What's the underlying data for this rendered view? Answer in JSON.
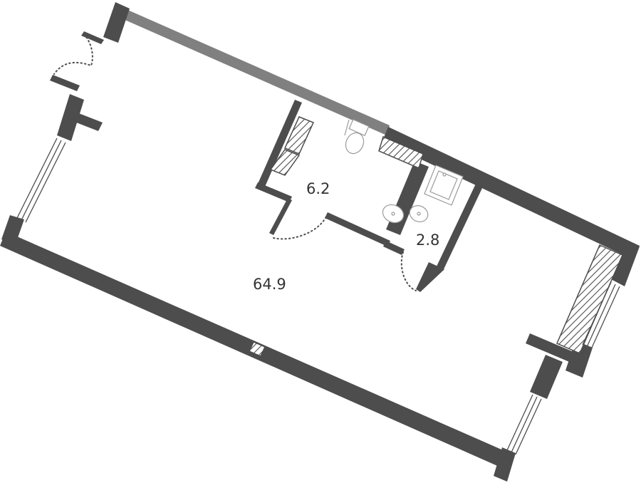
{
  "plan": {
    "rooms": [
      {
        "id": "living",
        "area": "64.9"
      },
      {
        "id": "bathroom",
        "area": "6.2"
      },
      {
        "id": "shower",
        "area": "2.8"
      }
    ]
  },
  "colors": {
    "wall": "#4d4d4d",
    "wall_light": "#808080",
    "background": "#ffffff",
    "label": "#333333"
  }
}
